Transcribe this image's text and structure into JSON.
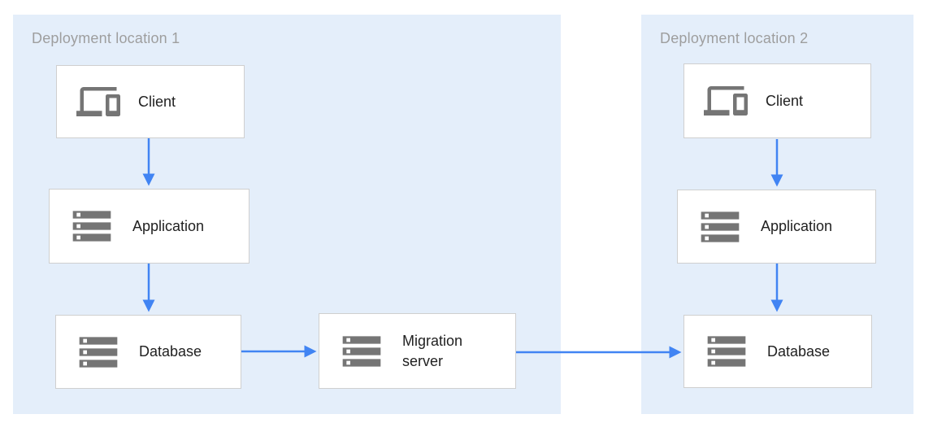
{
  "diagram": {
    "regions": [
      {
        "id": "region-1",
        "title": "Deployment location 1"
      },
      {
        "id": "region-2",
        "title": "Deployment location 2"
      }
    ],
    "nodes": {
      "client1": {
        "label": "Client",
        "icon": "devices-icon",
        "region": "Deployment location 1"
      },
      "app1": {
        "label": "Application",
        "icon": "server-icon",
        "region": "Deployment location 1"
      },
      "db1": {
        "label": "Database",
        "icon": "server-icon",
        "region": "Deployment location 1"
      },
      "migration": {
        "label": "Migration server",
        "icon": "server-icon",
        "region": "Deployment location 1"
      },
      "client2": {
        "label": "Client",
        "icon": "devices-icon",
        "region": "Deployment location 2"
      },
      "app2": {
        "label": "Application",
        "icon": "server-icon",
        "region": "Deployment location 2"
      },
      "db2": {
        "label": "Database",
        "icon": "server-icon",
        "region": "Deployment location 2"
      }
    },
    "edges": [
      {
        "from": "client1",
        "to": "app1",
        "direction": "down"
      },
      {
        "from": "app1",
        "to": "db1",
        "direction": "down"
      },
      {
        "from": "db1",
        "to": "migration",
        "direction": "right"
      },
      {
        "from": "migration",
        "to": "db2",
        "direction": "right"
      },
      {
        "from": "client2",
        "to": "app2",
        "direction": "down"
      },
      {
        "from": "app2",
        "to": "db2",
        "direction": "down"
      }
    ]
  },
  "colors": {
    "region_background": "#e4eefa",
    "arrow": "#4184f3",
    "icon": "#757575",
    "node_border": "#cfcfcf",
    "node_label": "#212121",
    "region_title": "#9e9e9e"
  }
}
